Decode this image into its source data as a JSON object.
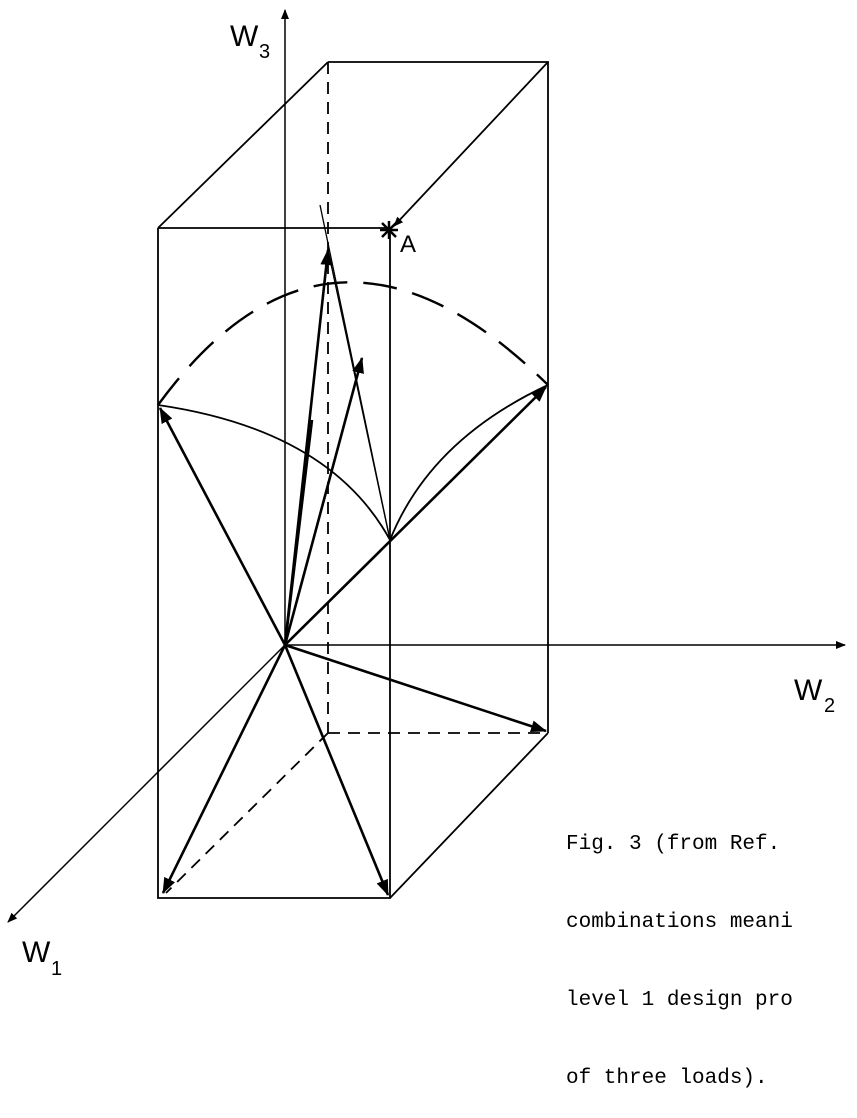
{
  "axes": {
    "w1": {
      "letter": "W",
      "sub": "1"
    },
    "w2": {
      "letter": "W",
      "sub": "2"
    },
    "w3": {
      "letter": "W",
      "sub": "3"
    }
  },
  "point_label": "A",
  "caption_lines": [
    "Fig. 3 (from Ref.",
    "combinations meani",
    "level 1 design pro",
    "of three loads)."
  ]
}
